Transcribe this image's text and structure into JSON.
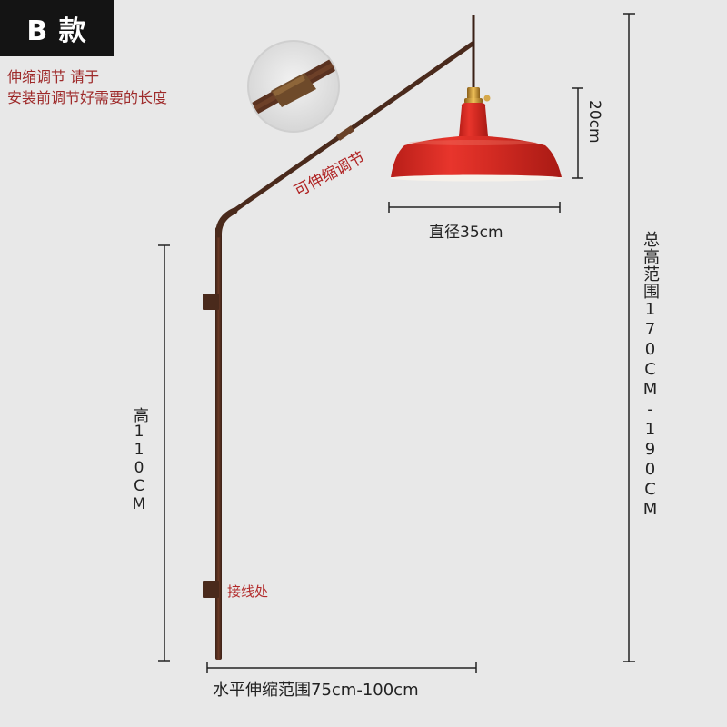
{
  "badge": {
    "label": "B 款"
  },
  "notes": {
    "line1": "伸缩调节  请于",
    "line2": "安装前调节好需要的长度"
  },
  "labels": {
    "adjustable": "可伸缩调节",
    "shade_height": "20cm",
    "diameter": "直径35cm",
    "total_height": "总高范围170CM-190CM",
    "pole_height": "高110CM",
    "wiring_point": "接线处",
    "horizontal_range": "水平伸缩范围75cm-100cm"
  },
  "colors": {
    "background": "#e8e8e8",
    "badge_bg": "#141414",
    "rod": "#4a2a1c",
    "shade_red": "#d42a22",
    "brass": "#c9962e",
    "note_red": "#9e2a2a",
    "dimension_line": "#222222"
  }
}
